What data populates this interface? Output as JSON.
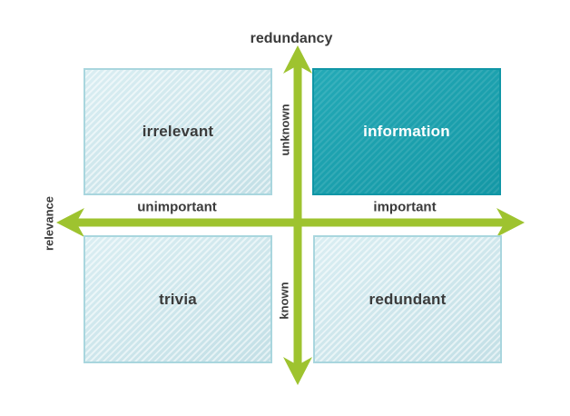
{
  "diagram": {
    "type": "2x2-quadrant-matrix",
    "axes": {
      "vertical_axis_title": "redundancy",
      "horizontal_axis_title": "relevance",
      "horizontal_negative_label": "unimportant",
      "horizontal_positive_label": "important",
      "vertical_positive_label": "unknown",
      "vertical_negative_label": "known"
    },
    "quadrants": [
      {
        "position": "top-left",
        "label": "irrelevant",
        "variant": "light"
      },
      {
        "position": "top-right",
        "label": "information",
        "variant": "teal"
      },
      {
        "position": "bottom-left",
        "label": "trivia",
        "variant": "light"
      },
      {
        "position": "bottom-right",
        "label": "redundant",
        "variant": "light"
      }
    ]
  },
  "colors": {
    "arrow_green": "#9ec32f",
    "teal_fill": "#16a4b2",
    "teal_border": "#0f96a6",
    "light_fill": "#cde8ee",
    "light_border": "#a9d6de",
    "text_dark": "#3b3b3b",
    "text_light": "#ffffff",
    "background": "#ffffff"
  }
}
